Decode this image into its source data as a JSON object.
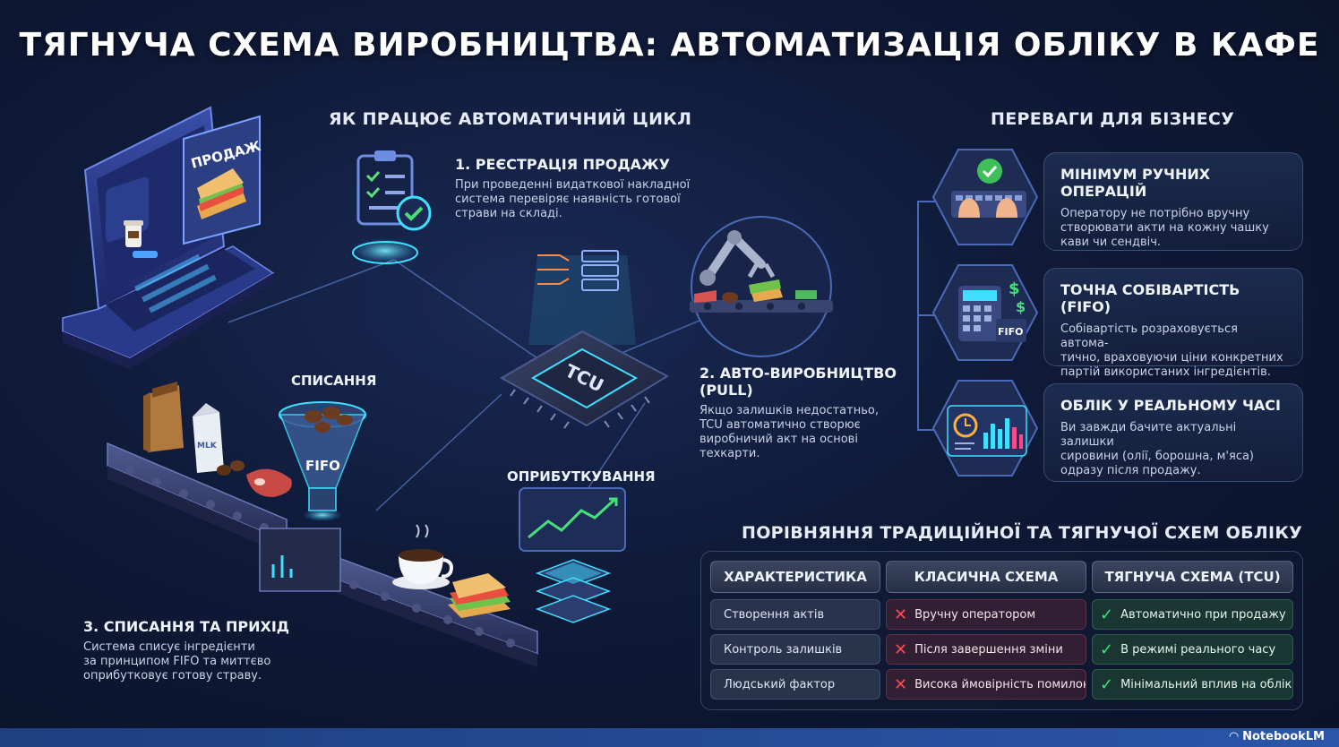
{
  "title": "ТЯГНУЧА СХЕМА ВИРОБНИЦТВА: АВТОМАТИЗАЦІЯ ОБЛІКУ В КАФЕ",
  "cycle": {
    "heading": "ЯК ПРАЦЮЄ АВТОМАТИЧНИЙ ЦИКЛ",
    "screen_label": "ПРОДАЖ",
    "chip_label": "TCU",
    "step1": {
      "title": "1. РЕЄСТРАЦІЯ ПРОДАЖУ",
      "text": [
        "При проведенні видаткової накладної",
        "система перевіряє наявність готової",
        "страви на складі."
      ]
    },
    "step2": {
      "title": [
        "2. АВТО-ВИРОБНИЦТВО",
        "(PULL)"
      ],
      "text": [
        "Якщо залишків недостатньо,",
        "TCU автоматично створює",
        "виробничий акт на основі",
        "техкарти."
      ]
    },
    "step3": {
      "title": "3. СПИСАННЯ ТА ПРИХІД",
      "text": [
        "Система списує інгредієнти",
        "за принципом FIFO та миттєво",
        "оприбутковує готову страву."
      ]
    },
    "writeoff_label": "СПИСАННЯ",
    "income_label": "ОПРИБУТКУВАННЯ",
    "funnel_label": "FIFO",
    "milk_label": "MLK",
    "calc_label": "FIFO"
  },
  "benefits": {
    "heading": "ПЕРЕВАГИ ДЛЯ БІЗНЕСУ",
    "items": [
      {
        "title": "МІНІМУМ РУЧНИХ ОПЕРАЦІЙ",
        "text": [
          "Оператору не потрібно вручну",
          "створювати акти на кожну чашку",
          "кави чи сендвіч."
        ]
      },
      {
        "title": "ТОЧНА СОБІВАРТІСТЬ (FIFO)",
        "text": [
          "Собівартість розраховується автома-",
          "тично, враховуючи ціни конкретних",
          "партій використаних інгредієнтів."
        ]
      },
      {
        "title": "ОБЛІК У РЕАЛЬНОМУ ЧАСІ",
        "text": [
          "Ви завжди бачите актуальні залишки",
          "сировини (олії, борошна, м'яса)",
          "одразу після продажу."
        ]
      }
    ]
  },
  "comparison": {
    "heading": "ПОРІВНЯННЯ ТРАДИЦІЙНОЇ ТА ТЯГНУЧОЇ СХЕМ ОБЛІКУ",
    "columns": [
      "ХАРАКТЕРИСТИКА",
      "КЛАСИЧНА СХЕМА",
      "ТЯГНУЧА СХЕМА (TCU)"
    ],
    "rows": [
      [
        "Створення актів",
        "Вручну оператором",
        "Автоматично при продажу"
      ],
      [
        "Контроль залишків",
        "Після завершення зміни",
        "В режимі реального часу"
      ],
      [
        "Людський фактор",
        "Висока ймовірність помилок",
        "Мінімальний вплив на облік"
      ]
    ]
  },
  "branding": "NotebookLM",
  "colors": {
    "accent_cyan": "#3fe0ff",
    "accent_green": "#46e07a",
    "accent_red": "#ff4a55"
  }
}
